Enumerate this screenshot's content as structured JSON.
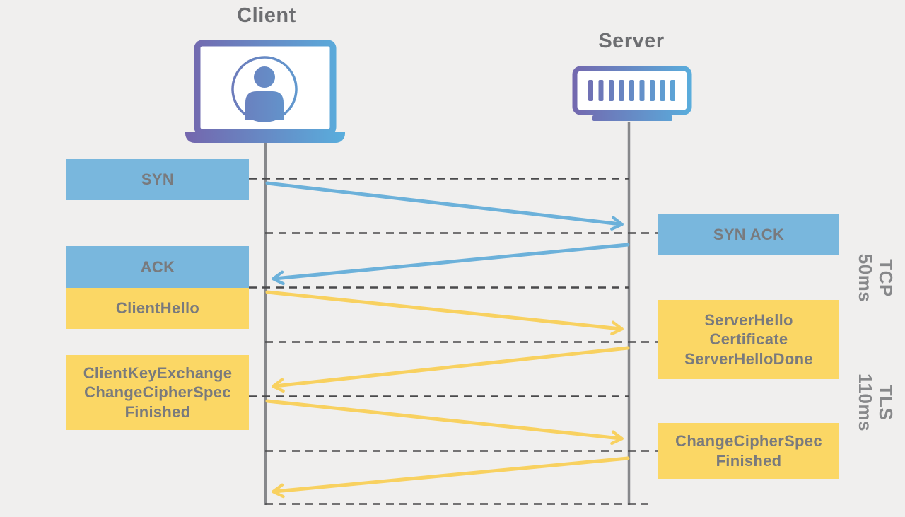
{
  "diagram": {
    "client": {
      "label": "Client"
    },
    "server": {
      "label": "Server"
    },
    "messages": [
      {
        "id": "syn",
        "label": "SYN",
        "from": "client",
        "to": "server",
        "protocol": "TCP"
      },
      {
        "id": "syn-ack",
        "label": "SYN ACK",
        "from": "server",
        "to": "client",
        "protocol": "TCP"
      },
      {
        "id": "ack",
        "label": "ACK",
        "from": "client",
        "to": "server",
        "protocol": "TCP"
      },
      {
        "id": "client-hello",
        "label": "ClientHello",
        "from": "client",
        "to": "server",
        "protocol": "TLS"
      },
      {
        "id": "server-hello",
        "label": "ServerHello\nCertificate\nServerHelloDone",
        "from": "server",
        "to": "client",
        "protocol": "TLS"
      },
      {
        "id": "client-key-exchange",
        "label": "ClientKeyExchange\nChangeCipherSpec\nFinished",
        "from": "client",
        "to": "server",
        "protocol": "TLS"
      },
      {
        "id": "change-cipher-spec",
        "label": "ChangeCipherSpec\nFinished",
        "from": "server",
        "to": "client",
        "protocol": "TLS"
      }
    ],
    "phases": [
      {
        "id": "tcp-phase",
        "protocol": "TCP",
        "duration": "50ms",
        "label": "TCP\n50ms"
      },
      {
        "id": "tls-phase",
        "protocol": "TLS",
        "duration": "110ms",
        "label": "TLS\n110ms"
      }
    ],
    "colors": {
      "tcp_box": "#79b7dd",
      "tls_box": "#fbd765",
      "tcp_arrow": "#6cb1da",
      "tls_arrow": "#f8d160",
      "background": "#f0efee",
      "box_text": "#797a7d",
      "title_text": "#6d6e71",
      "phase_text": "#87888a",
      "lifeline": "#87888b",
      "dashed_line": "#4a4a4c",
      "icon_gradient_start": "#7466ad",
      "icon_gradient_end": "#59aedd"
    }
  }
}
